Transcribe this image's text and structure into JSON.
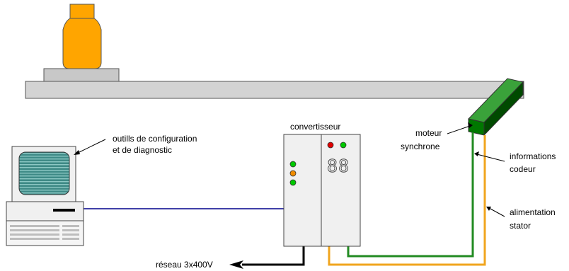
{
  "labels": {
    "config_line1": "outills de configuration",
    "config_line2": "et de diagnostic",
    "converter": "convertisseur",
    "motor_line1": "moteur",
    "motor_line2": "synchrone",
    "encoder_line1": "informations",
    "encoder_line2": "codeur",
    "supply_line1": "alimentation",
    "supply_line2": "stator",
    "network": "réseau 3x400V"
  },
  "display": {
    "digits": "88"
  },
  "colors": {
    "bottle": "#FFA500",
    "rail": "#D3D3D3",
    "motor": "#008000",
    "motor_dark": "#005A00",
    "encoder_cable": "#228B22",
    "stator_cable": "#F0A51E",
    "network_cable": "#000000",
    "data_cable": "#00008B",
    "screen": "#3E8A86",
    "led_green": "#00C800",
    "led_red": "#E00000",
    "led_orange": "#F08C00"
  },
  "icons": {
    "computer": "computer-icon",
    "bottle": "bottle-icon",
    "motor": "motor-icon",
    "converter": "converter-icon"
  }
}
